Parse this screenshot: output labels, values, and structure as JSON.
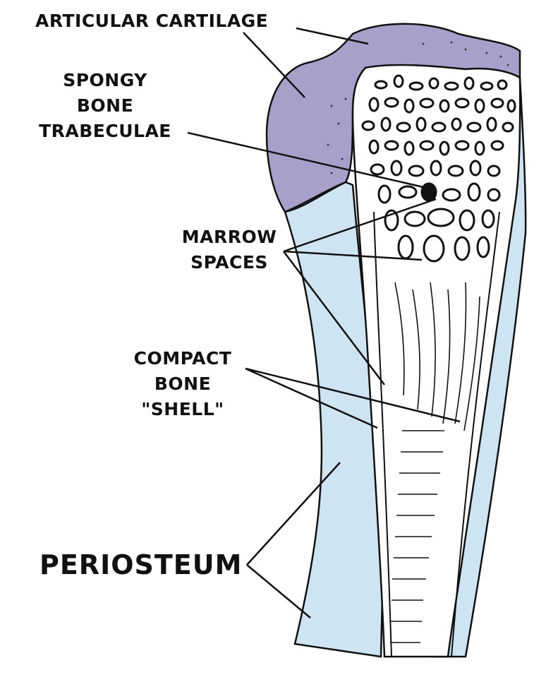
{
  "colors": {
    "cartilage": "#a99fcb",
    "periosteum": "#cfe4f3",
    "bone": "#ffffff",
    "ink": "#111111"
  },
  "labels": {
    "articular_cartilage": "ARTICULAR CARTILAGE",
    "spongy": [
      "SPONGY",
      "BONE",
      "TRABECULAE"
    ],
    "marrow": [
      "MARROW",
      "SPACES"
    ],
    "compact": [
      "COMPACT",
      "BONE",
      "\"SHELL\""
    ],
    "periosteum": "PERIOSTEUM"
  }
}
